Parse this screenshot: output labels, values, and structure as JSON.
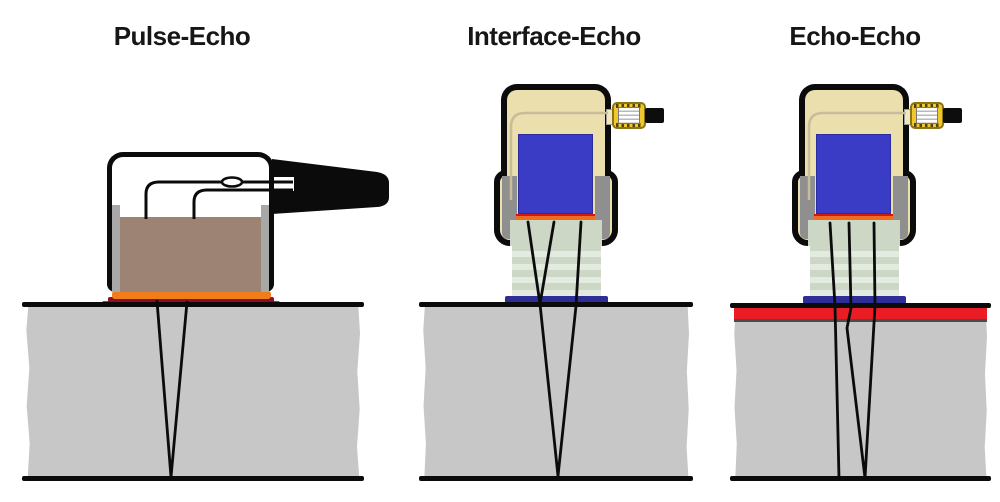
{
  "panels": [
    {
      "id": "pulse-echo",
      "title": "Pulse-Echo"
    },
    {
      "id": "interface-echo",
      "title": "Interface-Echo"
    },
    {
      "id": "echo-echo",
      "title": "Echo-Echo"
    }
  ],
  "colors": {
    "slab_gray": "#c7c7c7",
    "coating_red": "#ea1c24",
    "damping_brown": "#9c8373",
    "strip_orange": "#f07d1a",
    "strip_dark_red": "#8e1020",
    "couplant_blue": "#4252c2",
    "probe_cream": "#ebdfae",
    "crystal_blue": "#3a3cc6",
    "element_orange": "#f06a22",
    "element_red": "#cb1a10",
    "delay_a": "#ccd7c5",
    "delay_b": "#e3eadf",
    "delay_couplant": "#2e2e96",
    "wall_gray": "#8f8f8f",
    "connector_gold": "#f0c82e"
  }
}
